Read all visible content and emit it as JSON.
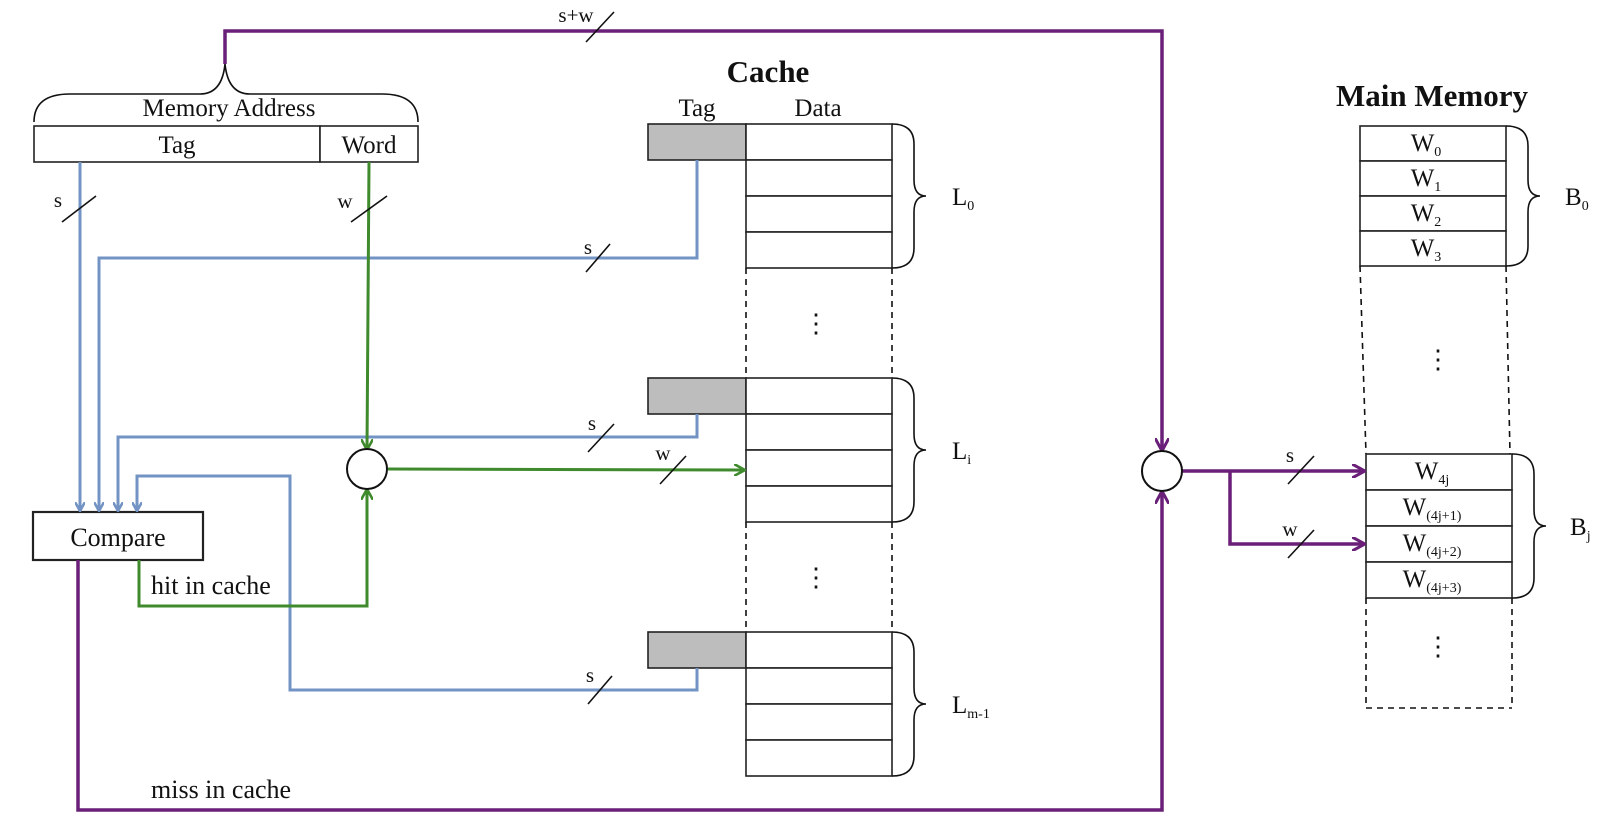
{
  "cache": {
    "title": "Cache",
    "tag_header": "Tag",
    "data_header": "Data",
    "lines": [
      {
        "label": "L",
        "sub": "0"
      },
      {
        "label": "L",
        "sub": "i"
      },
      {
        "label": "L",
        "sub": "m-1"
      }
    ]
  },
  "memory_address": {
    "title": "Memory Address",
    "tag": "Tag",
    "word": "Word"
  },
  "main_memory": {
    "title": "Main Memory",
    "block0": [
      {
        "label": "W",
        "sub": "0"
      },
      {
        "label": "W",
        "sub": "1"
      },
      {
        "label": "W",
        "sub": "2"
      },
      {
        "label": "W",
        "sub": "3"
      }
    ],
    "blockj": [
      {
        "label": "W",
        "sub": "4j"
      },
      {
        "label": "W",
        "sub": "(4j+1)"
      },
      {
        "label": "W",
        "sub": "(4j+2)"
      },
      {
        "label": "W",
        "sub": "(4j+3)"
      }
    ],
    "b0": {
      "label": "B",
      "sub": "0"
    },
    "bj": {
      "label": "B",
      "sub": "j"
    }
  },
  "compare": "Compare",
  "hit": "hit in cache",
  "miss": "miss in cache",
  "bus": {
    "s": "s",
    "w": "w",
    "sw": "s+w"
  },
  "ellipsis": "⋮",
  "colors": {
    "tag_path": "#7293c4",
    "word_path": "#3f8a2c",
    "miss_path": "#6a1f78"
  }
}
